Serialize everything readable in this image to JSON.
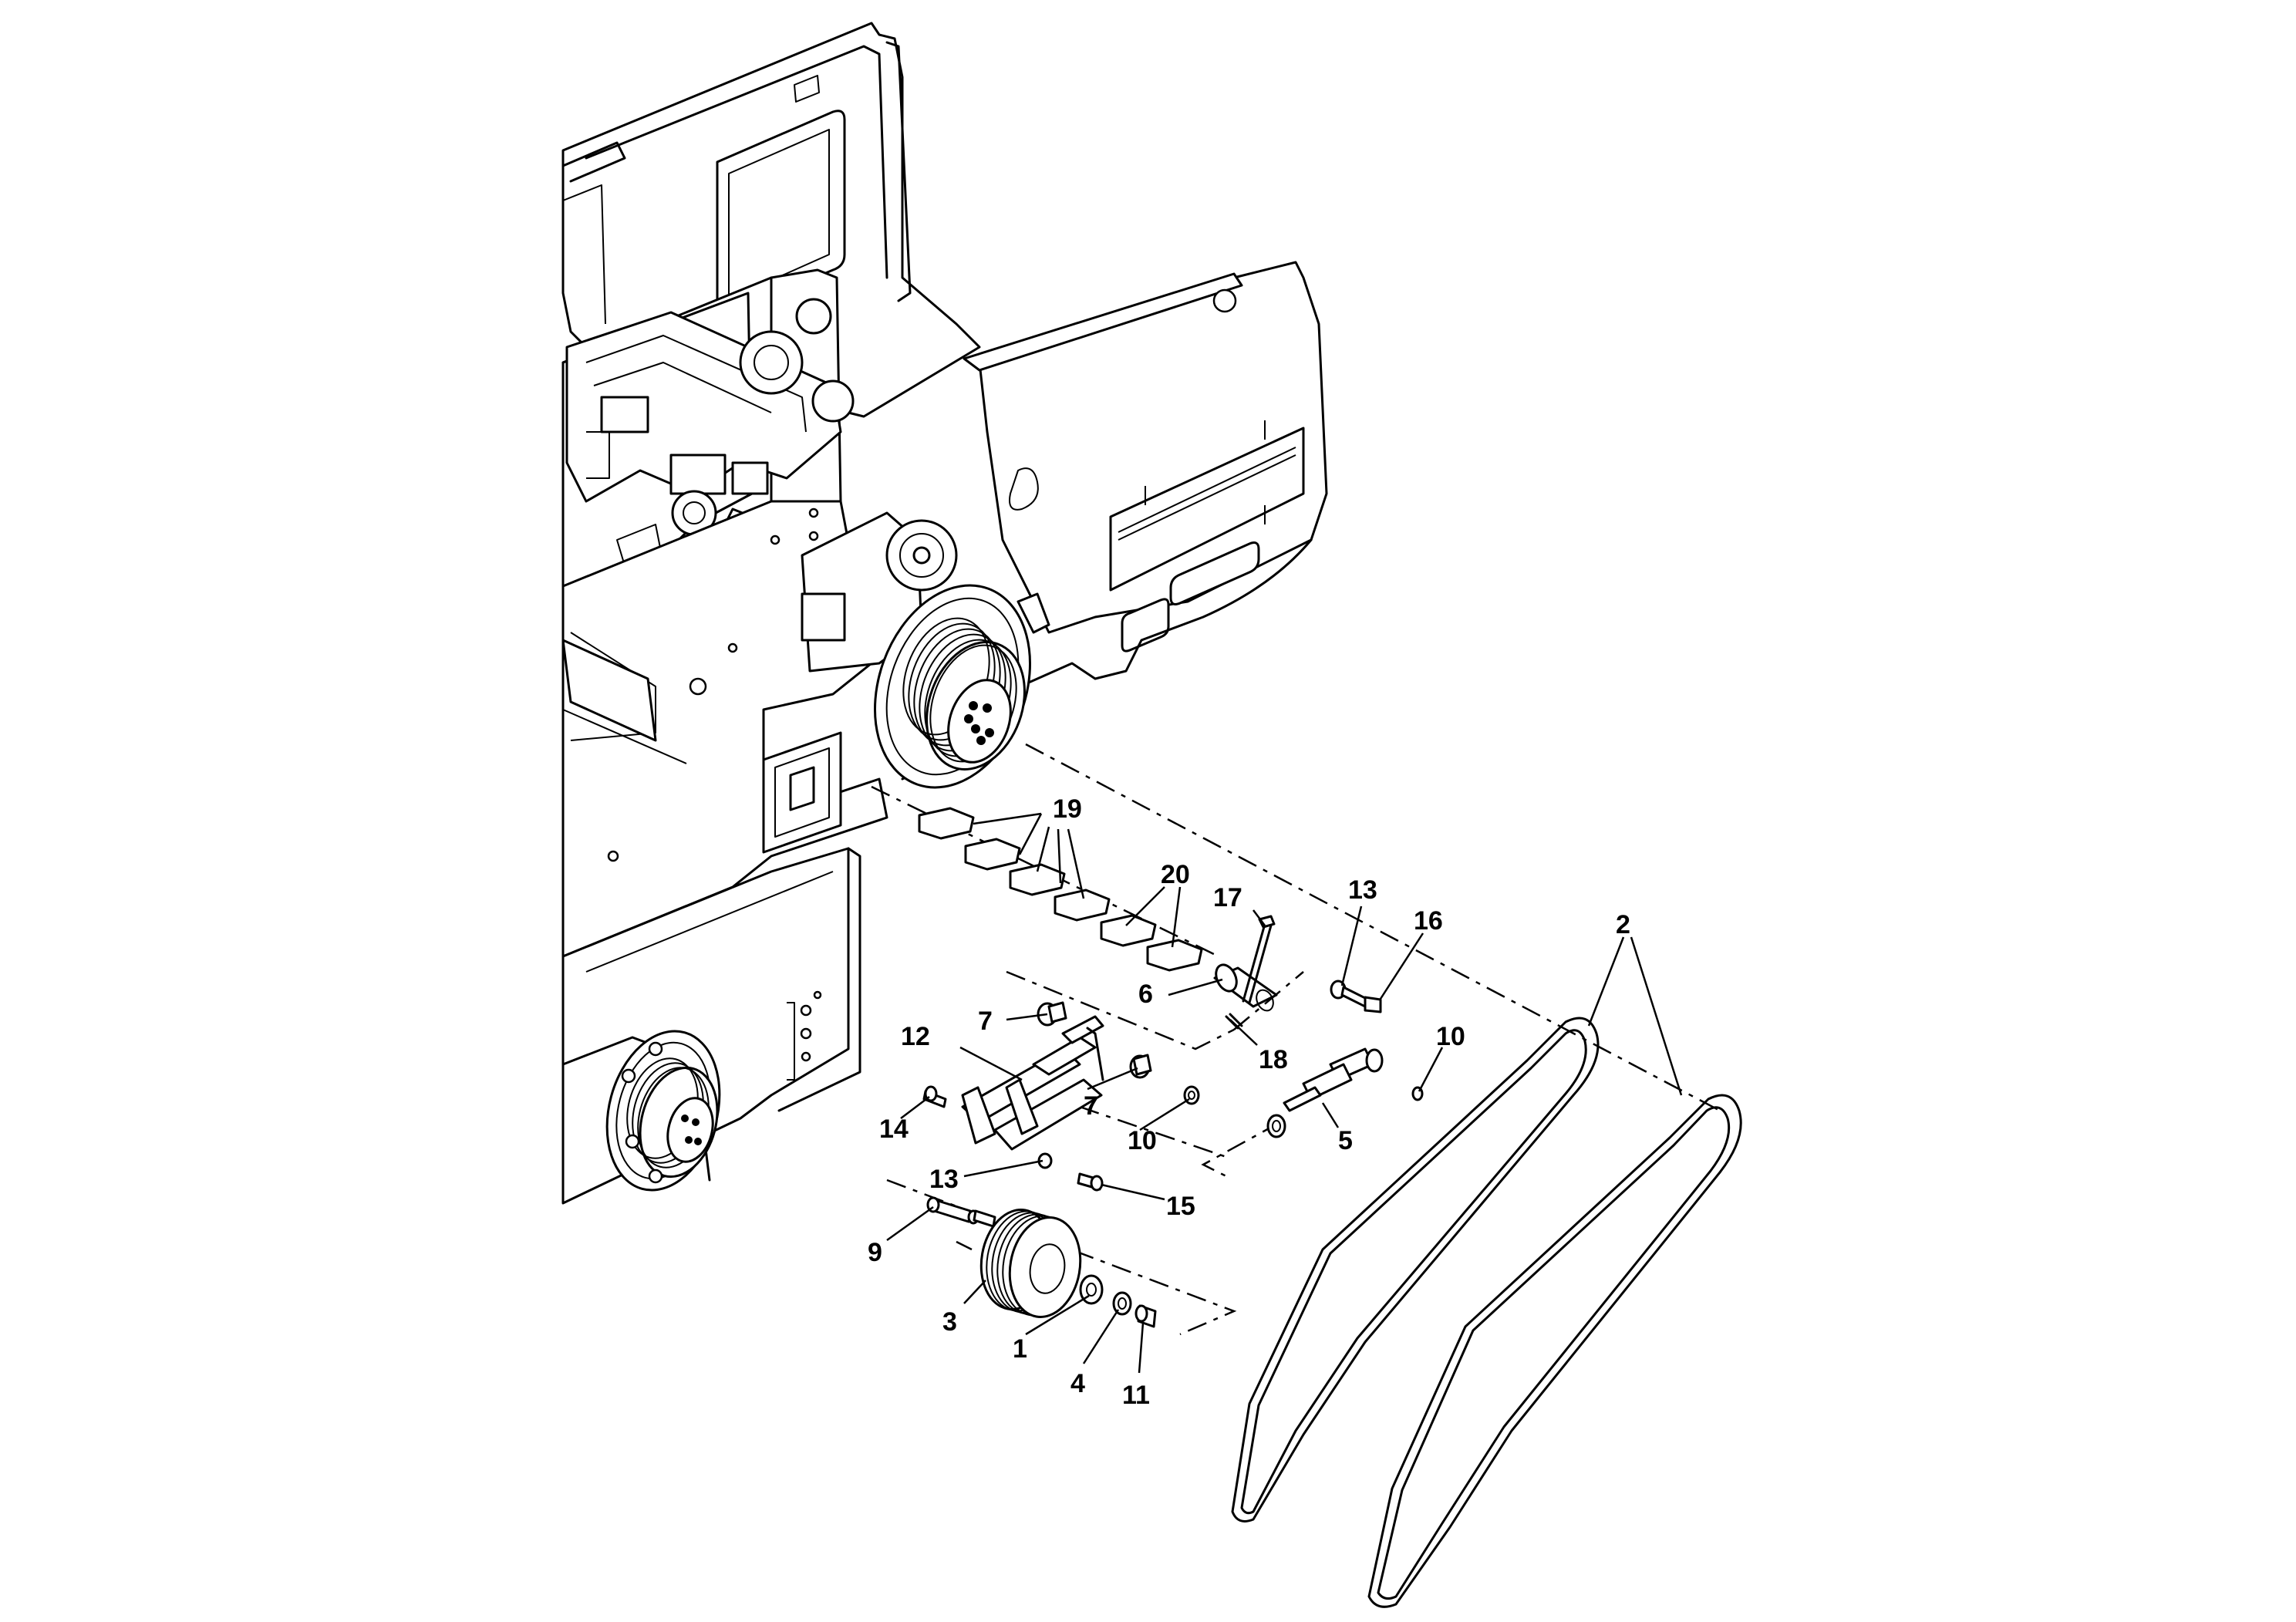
{
  "diagram": {
    "callouts": [
      {
        "id": "c19",
        "label": "19"
      },
      {
        "id": "c20",
        "label": "20"
      },
      {
        "id": "c17",
        "label": "17"
      },
      {
        "id": "c13a",
        "label": "13"
      },
      {
        "id": "c16",
        "label": "16"
      },
      {
        "id": "c2",
        "label": "2"
      },
      {
        "id": "c6",
        "label": "6"
      },
      {
        "id": "c18",
        "label": "18"
      },
      {
        "id": "c10a",
        "label": "10"
      },
      {
        "id": "c7a",
        "label": "7"
      },
      {
        "id": "c12",
        "label": "12"
      },
      {
        "id": "c7b",
        "label": "7"
      },
      {
        "id": "c14",
        "label": "14"
      },
      {
        "id": "c10b",
        "label": "10"
      },
      {
        "id": "c5",
        "label": "5"
      },
      {
        "id": "c13b",
        "label": "13"
      },
      {
        "id": "c15",
        "label": "15"
      },
      {
        "id": "c9",
        "label": "9"
      },
      {
        "id": "c3",
        "label": "3"
      },
      {
        "id": "c1",
        "label": "1"
      },
      {
        "id": "c4",
        "label": "4"
      },
      {
        "id": "c11",
        "label": "11"
      }
    ]
  }
}
